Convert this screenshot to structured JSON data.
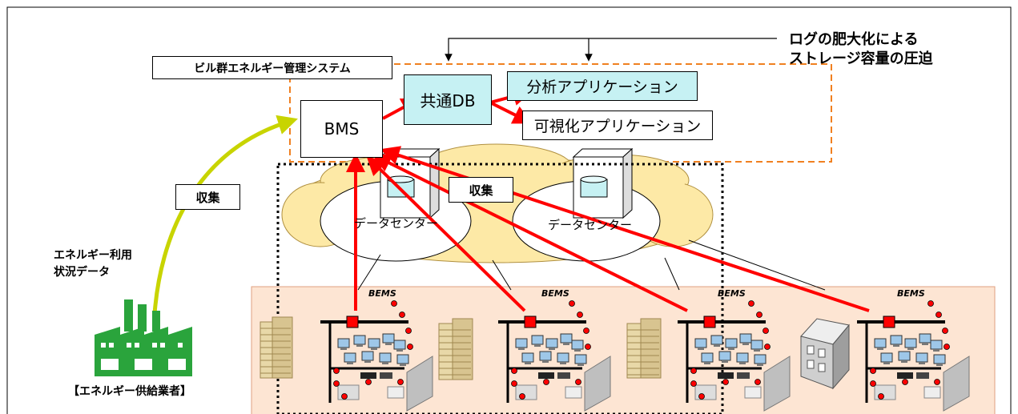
{
  "diagram": {
    "system_label": "ビル群エネルギー管理システム",
    "bms": "BMS",
    "common_db": "共通DB",
    "analysis_app": "分析アプリケーション",
    "visualization_app": "可視化アプリケーション",
    "log_note_line1": "ログの肥大化による",
    "log_note_line2": "ストレージ容量の圧迫",
    "collect_label_1": "収集",
    "collect_label_2": "収集",
    "datacenter_1": "データセンター",
    "datacenter_2": "データセンター",
    "energy_usage_line1": "エネルギー利用",
    "energy_usage_line2": "状況データ",
    "supplier": "【エネルギー供給業者】",
    "bems_labels": [
      "BEMS",
      "BEMS",
      "BEMS",
      "BEMS"
    ]
  },
  "colors": {
    "red_arrow": "#ff0000",
    "yellow_arrow": "#c8d400",
    "orange_dash": "#f08020",
    "cyan_box": "#c6f1f3",
    "cloud_fill": "#fde9a6",
    "site_bg": "#fde5d3",
    "factory_green": "#2aa43c"
  }
}
